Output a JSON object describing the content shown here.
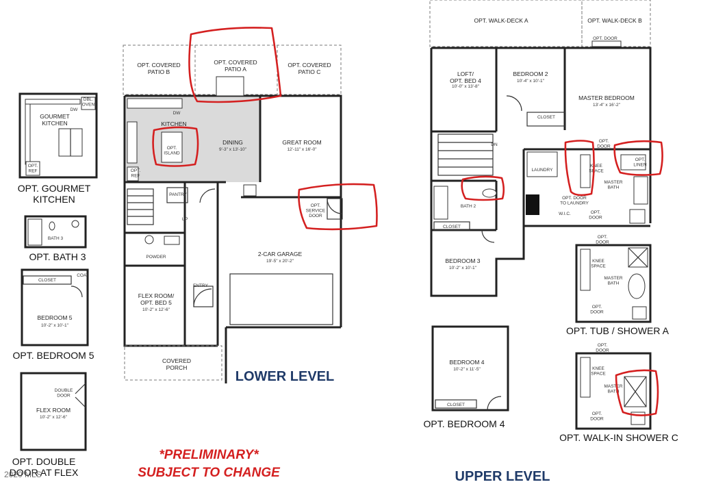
{
  "lower_level": {
    "title": "LOWER LEVEL",
    "rooms": {
      "opt_covered_patio_b": "OPT. COVERED\nPATIO B",
      "opt_covered_patio_a": "OPT. COVERED\nPATIO A",
      "opt_covered_patio_c": "OPT. COVERED\nPATIO C",
      "kitchen": "KITCHEN",
      "dw": "DW",
      "opt_island": "OPT.\nISLAND",
      "opt_ref": "OPT.\nREF",
      "dining": "DINING",
      "dining_dim": "9'-3\" x 13'-10\"",
      "great_room": "GREAT ROOM",
      "great_room_dim": "12'-11\" x 16'-0\"",
      "pantry": "PANTRY",
      "opt_service_door": "OPT.\nSERVICE\nDOOR",
      "powder": "POWDER",
      "garage": "2-CAR GARAGE",
      "garage_dim": "19'-5\" x 20'-2\"",
      "flex_room": "FLEX ROOM/\nOPT. BED 5",
      "flex_room_dim": "10'-2\" x 12'-6\"",
      "entry": "ENTRY",
      "covered_porch": "COVERED\nPORCH",
      "up": "UP"
    }
  },
  "options_left": {
    "gourmet_kitchen": {
      "caption": "OPT. GOURMET\nKITCHEN",
      "room": "GOURMET\nKITCHEN",
      "dbl_oven": "DBL.\nOVEN",
      "dw": "DW",
      "opt_ref": "OPT.\nREF"
    },
    "bath3": {
      "caption": "OPT. BATH 3",
      "room": "BATH 3"
    },
    "bedroom5": {
      "caption": "OPT. BEDROOM 5",
      "room": "BEDROOM 5",
      "dim": "10'-2\" x 10'-1\"",
      "closet": "CLOSET",
      "coat": "COAT"
    },
    "double_door": {
      "caption": "OPT. DOUBLE\nDOOR AT FLEX",
      "room": "FLEX ROOM",
      "dim": "10'-2\" x 12'-6\"",
      "door": "DOUBLE\nDOOR"
    }
  },
  "upper_level": {
    "title": "UPPER LEVEL",
    "rooms": {
      "walk_deck_a": "OPT. WALK-DECK A",
      "walk_deck_b": "OPT. WALK-DECK B",
      "opt_door_top": "OPT. DOOR",
      "loft": "LOFT/\nOPT. BED 4",
      "loft_dim": "10'-0\" x 13'-8\"",
      "bedroom2": "BEDROOM 2",
      "bedroom2_dim": "10'-4\" x 10'-1\"",
      "master_bedroom": "MASTER BEDROOM",
      "master_bedroom_dim": "13'-4\" x 16'-2\"",
      "closet_b2": "CLOSET",
      "dn": "DN",
      "laundry": "LAUNDRY",
      "knee_space": "KNEE\nSPACE",
      "opt_door": "OPT.\nDOOR",
      "opt_linen": "OPT.\nLINEN",
      "master_bath": "MASTER\nBATH",
      "opt_door_laundry": "OPT. DOOR\nTO LAUNDRY",
      "wic": "W.I.C.",
      "opt_door_bath": "OPT.\nDOOR",
      "bath2": "BATH 2",
      "closet_b3": "CLOSET",
      "bedroom3": "BEDROOM 3",
      "bedroom3_dim": "10'-2\" x 10'-1\""
    }
  },
  "options_right": {
    "bedroom4": {
      "caption": "OPT. BEDROOM 4",
      "room": "BEDROOM 4",
      "dim": "10'-2\" x 11'-5\"",
      "closet": "CLOSET"
    },
    "tub_shower_a": {
      "caption": "OPT. TUB / SHOWER A",
      "opt_door": "OPT.\nDOOR",
      "knee": "KNEE\nSPACE",
      "bath": "MASTER\nBATH",
      "opt_door2": "OPT.\nDOOR"
    },
    "walkin_shower_c": {
      "caption": "OPT. WALK-IN SHOWER C",
      "opt_door": "OPT.\nDOOR",
      "knee": "KNEE\nSPACE",
      "bath": "MASTER\nBATH",
      "opt_door2": "OPT.\nDOOR"
    }
  },
  "notice": {
    "line1": "*PRELIMINARY*",
    "line2": "SUBJECT TO CHANGE"
  },
  "watermark": "2020 MLS",
  "colors": {
    "annotation_red": "#d42020",
    "level_title": "#1f3a68",
    "shaded_floor": "#dadada"
  }
}
